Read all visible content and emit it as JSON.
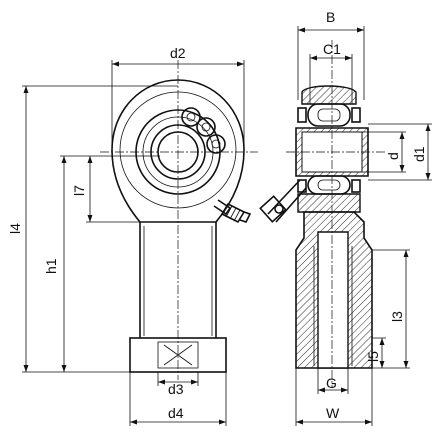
{
  "dimensions": {
    "d2": "d2",
    "l4": "l4",
    "h1": "h1",
    "l7": "l7",
    "d3": "d3",
    "d4": "d4",
    "B": "B",
    "C1": "C1",
    "d1": "d1",
    "d": "d",
    "l3": "l3",
    "l5": "l5",
    "G": "G",
    "W": "W"
  },
  "colors": {
    "line": "#111111",
    "background": "#ffffff"
  },
  "icons": [
    "hex-nut-icon",
    "grease-nipple-icon"
  ]
}
